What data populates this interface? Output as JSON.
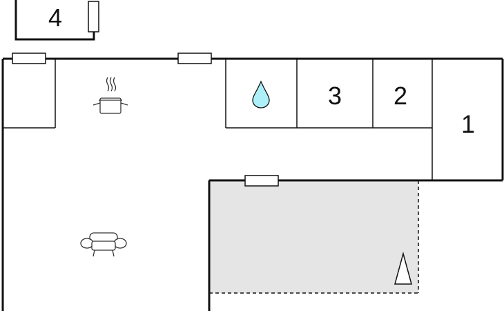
{
  "rooms": {
    "room_4_label": "4",
    "room_3_label": "3",
    "room_2_label": "2",
    "room_1_label": "1"
  },
  "icons": {
    "cooking": "cooking-pot-icon",
    "water": "water-drop-icon",
    "seating": "armchair-icon",
    "terrace": "parasol-icon"
  },
  "colors": {
    "wall": "#111111",
    "terrace_fill": "#e5e5e5",
    "water_drop": "#aef0f8"
  }
}
